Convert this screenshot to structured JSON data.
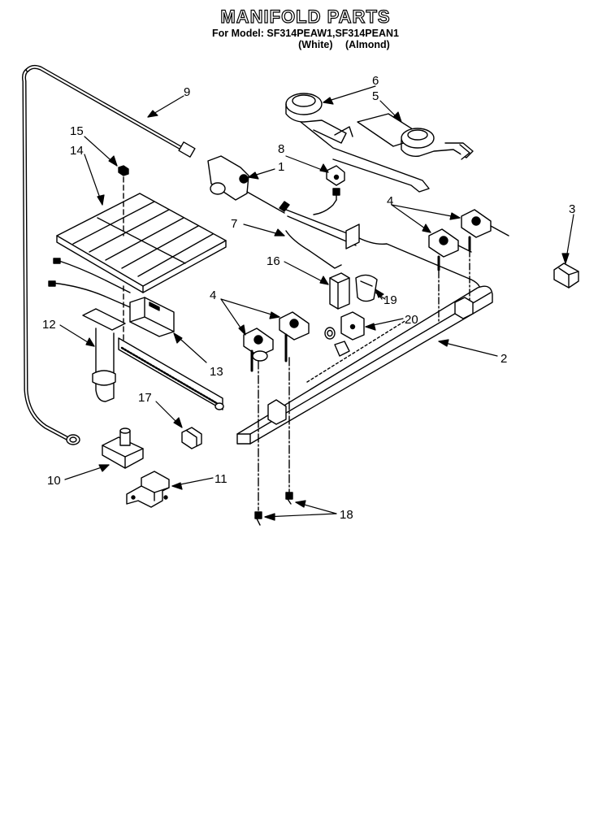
{
  "header": {
    "title": "MANIFOLD PARTS",
    "model_line": "For Model: SF314PEAW1,SF314PEAN1",
    "color_white": "(White)",
    "color_almond": "(Almond)"
  },
  "callouts": {
    "c1": "1",
    "c2": "2",
    "c3": "3",
    "c4a": "4",
    "c4b": "4",
    "c5": "5",
    "c6": "6",
    "c7": "7",
    "c8": "8",
    "c9": "9",
    "c10": "10",
    "c11": "11",
    "c12": "12",
    "c13": "13",
    "c14": "14",
    "c15": "15",
    "c16": "16",
    "c17": "17",
    "c18": "18",
    "c19": "19",
    "c20": "20"
  }
}
